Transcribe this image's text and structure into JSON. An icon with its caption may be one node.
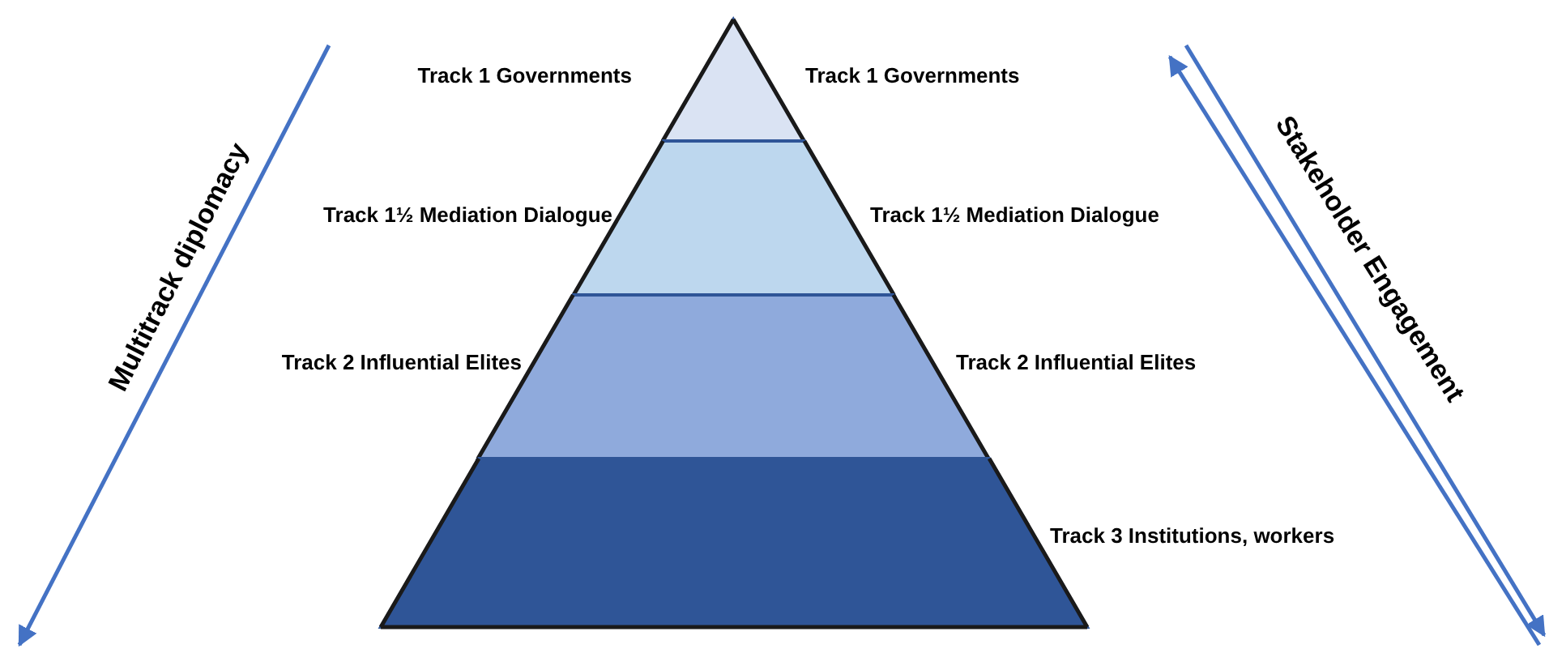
{
  "diagram": {
    "nodes": [
      {
        "text": [],
        "shape": "triangle",
        "beside": [
          "Track 1 Governments",
          "Track 1 Governments"
        ]
      },
      {
        "text": [],
        "shape": "band",
        "beside": [
          "Track 1½ Mediation Dialogue",
          "Track 1½ Mediation Dialogue"
        ]
      },
      {
        "text": [],
        "shape": "band",
        "beside": [
          "Track 2 Influential Elites",
          "Track 2 Influential Elites"
        ]
      },
      {
        "text": [],
        "shape": "band",
        "beside": [
          "Track 3 Institutions, workers"
        ]
      }
    ],
    "edges": [],
    "labels": [
      "Multitrack diplomacy",
      "Stakeholder Engagement"
    ]
  }
}
